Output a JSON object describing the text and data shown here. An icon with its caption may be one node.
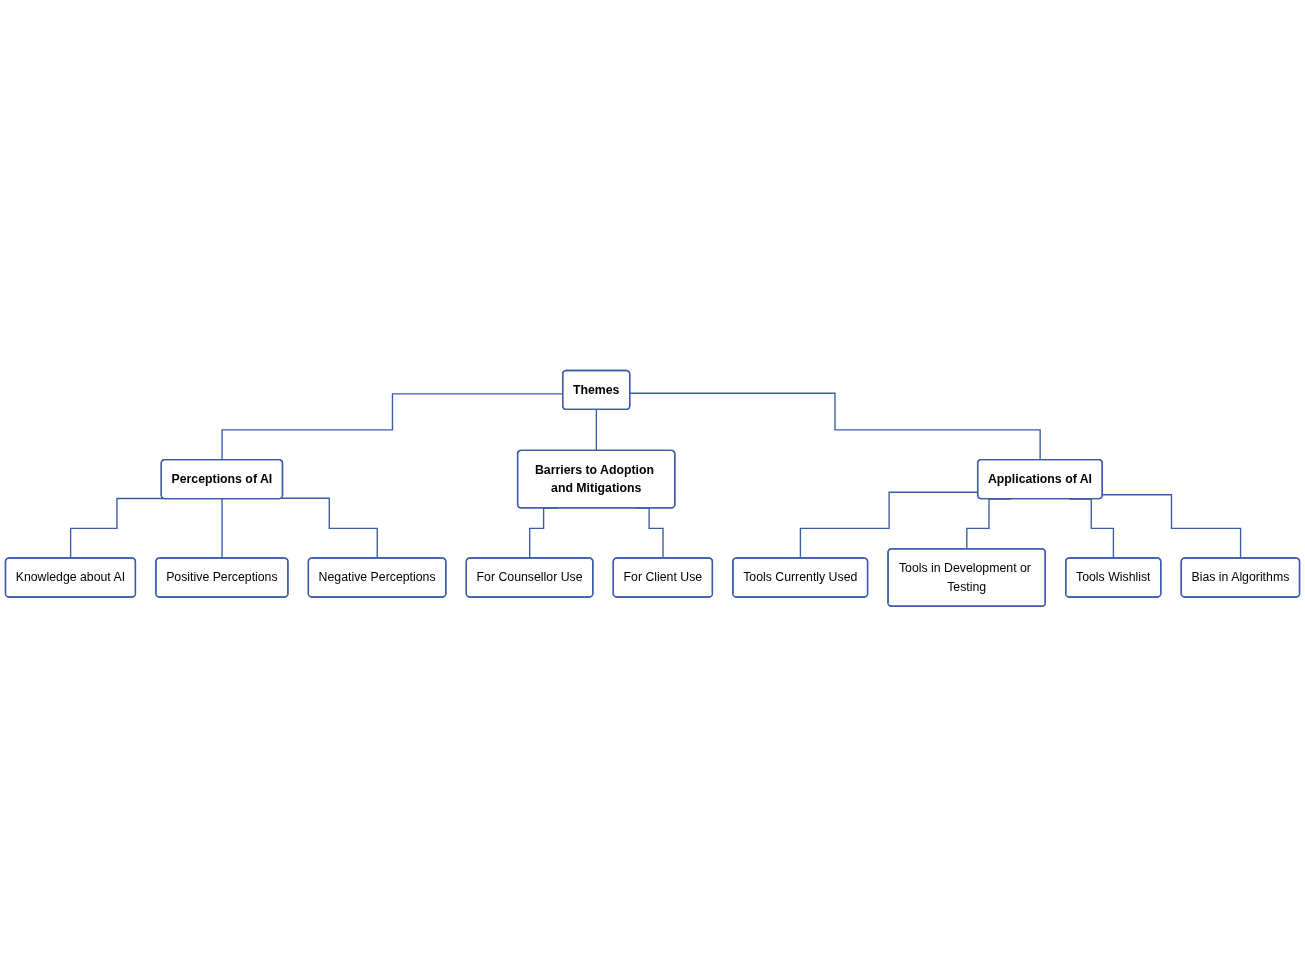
{
  "diagram": {
    "nodes": [
      {
        "text": [
          "Themes"
        ]
      },
      {
        "text": [
          "Perceptions of AI"
        ]
      },
      {
        "text": [
          "Barriers to Adoption and Mitigations"
        ]
      },
      {
        "text": [
          "Applications of AI"
        ]
      },
      {
        "text": [
          "Knowledge about AI"
        ]
      },
      {
        "text": [
          "Positive Perceptions"
        ]
      },
      {
        "text": [
          "Negative Perceptions"
        ]
      },
      {
        "text": [
          "For Counsellor Use"
        ]
      },
      {
        "text": [
          "For Client Use"
        ]
      },
      {
        "text": [
          "Tools Currently Used"
        ]
      },
      {
        "text": [
          "Tools in Development or Testing"
        ]
      },
      {
        "text": [
          "Tools Wishlist"
        ]
      },
      {
        "text": [
          "Bias in Algorithms"
        ]
      }
    ],
    "edges": [
      {
        "from": 0,
        "to": 1,
        "arrow": "none"
      },
      {
        "from": 0,
        "to": 2,
        "arrow": "none"
      },
      {
        "from": 0,
        "to": 3,
        "arrow": "none"
      },
      {
        "from": 1,
        "to": 4,
        "arrow": "none"
      },
      {
        "from": 1,
        "to": 5,
        "arrow": "none"
      },
      {
        "from": 1,
        "to": 6,
        "arrow": "none"
      },
      {
        "from": 2,
        "to": 7,
        "arrow": "none"
      },
      {
        "from": 2,
        "to": 8,
        "arrow": "none"
      },
      {
        "from": 3,
        "to": 9,
        "arrow": "none"
      },
      {
        "from": 3,
        "to": 10,
        "arrow": "none"
      },
      {
        "from": 3,
        "to": 11,
        "arrow": "none"
      },
      {
        "from": 3,
        "to": 12,
        "arrow": "none"
      }
    ]
  }
}
